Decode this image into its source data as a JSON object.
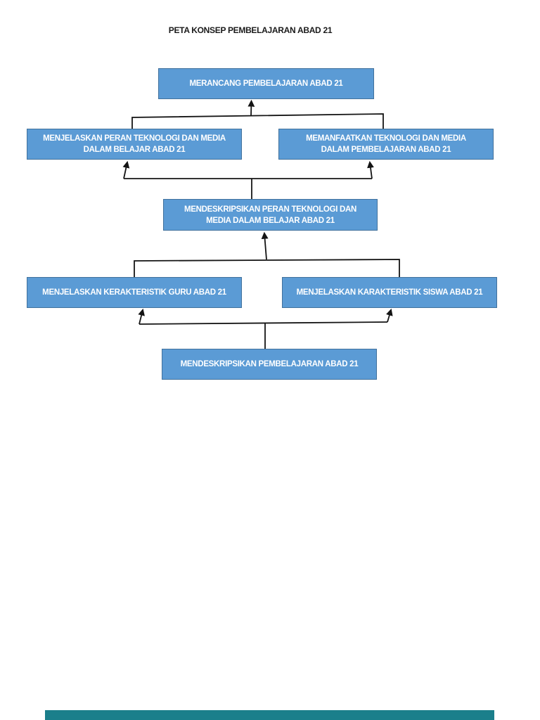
{
  "page": {
    "title": "PETA KONSEP PEMBELAJARAN ABAD 21"
  },
  "colors": {
    "box_fill": "#5B9BD5",
    "box_border": "#41719C",
    "box_text": "#FFFFFF",
    "connector": "#141414",
    "footer_bar": "#1B7F8B",
    "page_background": "#FFFFFF"
  },
  "diagram": {
    "type": "concept-map",
    "nodes": [
      {
        "id": "merancang-pembelajaran-abad-21",
        "lines": [
          "MERANCANG PEMBELAJARAN ABAD 21"
        ]
      },
      {
        "id": "menjelaskan-peran-teknologi-dan-media",
        "lines": [
          "MENJELASKAN PERAN TEKNOLOGI DAN MEDIA",
          "DALAM BELAJAR ABAD 21"
        ]
      },
      {
        "id": "memanfaatkan-teknologi-dan-media",
        "lines": [
          "MEMANFAATKAN TEKNOLOGI DAN MEDIA",
          "DALAM PEMBELAJARAN ABAD 21"
        ]
      },
      {
        "id": "mendeskripsikan-peran-teknologi-dan-media",
        "lines": [
          "MENDESKRIPSIKAN PERAN TEKNOLOGI DAN",
          "MEDIA DALAM BELAJAR ABAD 21"
        ]
      },
      {
        "id": "menjelaskan-kerakteristik-guru",
        "lines": [
          "MENJELASKAN KERAKTERISTIK GURU ABAD 21"
        ]
      },
      {
        "id": "menjelaskan-karakteristik-siswa",
        "lines": [
          "MENJELASKAN KARAKTERISTIK SISWA ABAD 21"
        ]
      },
      {
        "id": "mendeskripsikan-pembelajaran",
        "lines": [
          "MENDESKRIPSIKAN PEMBELAJARAN ABAD 21"
        ]
      }
    ],
    "edges": [
      {
        "from": "menjelaskan-peran-teknologi-dan-media",
        "to": "merancang-pembelajaran-abad-21"
      },
      {
        "from": "memanfaatkan-teknologi-dan-media",
        "to": "merancang-pembelajaran-abad-21"
      },
      {
        "from": "mendeskripsikan-peran-teknologi-dan-media",
        "to": "menjelaskan-peran-teknologi-dan-media"
      },
      {
        "from": "mendeskripsikan-peran-teknologi-dan-media",
        "to": "memanfaatkan-teknologi-dan-media"
      },
      {
        "from": "menjelaskan-kerakteristik-guru",
        "to": "mendeskripsikan-peran-teknologi-dan-media"
      },
      {
        "from": "menjelaskan-karakteristik-siswa",
        "to": "mendeskripsikan-peran-teknologi-dan-media"
      },
      {
        "from": "mendeskripsikan-pembelajaran",
        "to": "menjelaskan-kerakteristik-guru"
      },
      {
        "from": "mendeskripsikan-pembelajaran",
        "to": "menjelaskan-karakteristik-siswa"
      }
    ]
  }
}
